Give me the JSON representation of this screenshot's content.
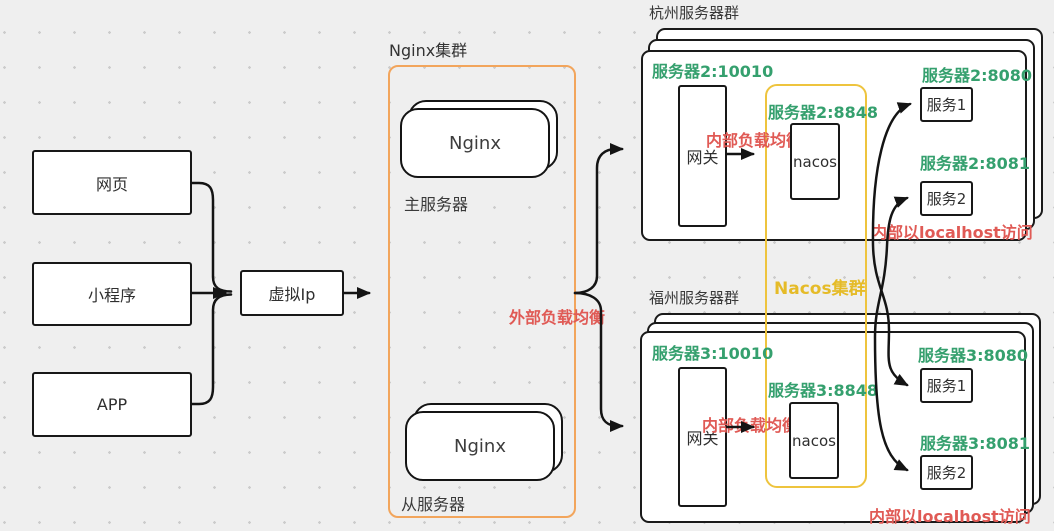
{
  "colors": {
    "green": "#35a06e",
    "red": "#e05a55",
    "yellow": "#eec43e",
    "orange": "#f2a55c",
    "ink": "#181818",
    "background": "#efefef"
  },
  "clients": {
    "web_label": "网页",
    "miniapp_label": "小程序",
    "app_label": "APP"
  },
  "virtual_ip_label": "虚拟Ip",
  "nginx_cluster": {
    "title": "Nginx集群",
    "node_label": "Nginx",
    "master_caption": "主服务器",
    "slave_caption": "从服务器",
    "external_lb_label": "外部负载均衡"
  },
  "nacos_cluster_label": "Nacos集群",
  "hangzhou_group": {
    "title": "杭州服务器群",
    "gateway_server": "服务器2:10010",
    "gateway_label": "网关",
    "internal_lb_label": "内部负载均衡",
    "nacos_server": "服务器2:8848",
    "nacos_label": "nacos",
    "service1_server": "服务器2:8080",
    "service1_label": "服务1",
    "service2_server": "服务器2:8081",
    "service2_label": "服务2",
    "localhost_note": "内部以localhost访问"
  },
  "fuzhou_group": {
    "title": "福州服务器群",
    "gateway_server": "服务器3:10010",
    "gateway_label": "网关",
    "internal_lb_label": "内部负载均衡",
    "nacos_server": "服务器3:8848",
    "nacos_label": "nacos",
    "service1_server": "服务器3:8080",
    "service1_label": "服务1",
    "service2_server": "服务器3:8081",
    "service2_label": "服务2",
    "localhost_note": "内部以localhost访问"
  }
}
